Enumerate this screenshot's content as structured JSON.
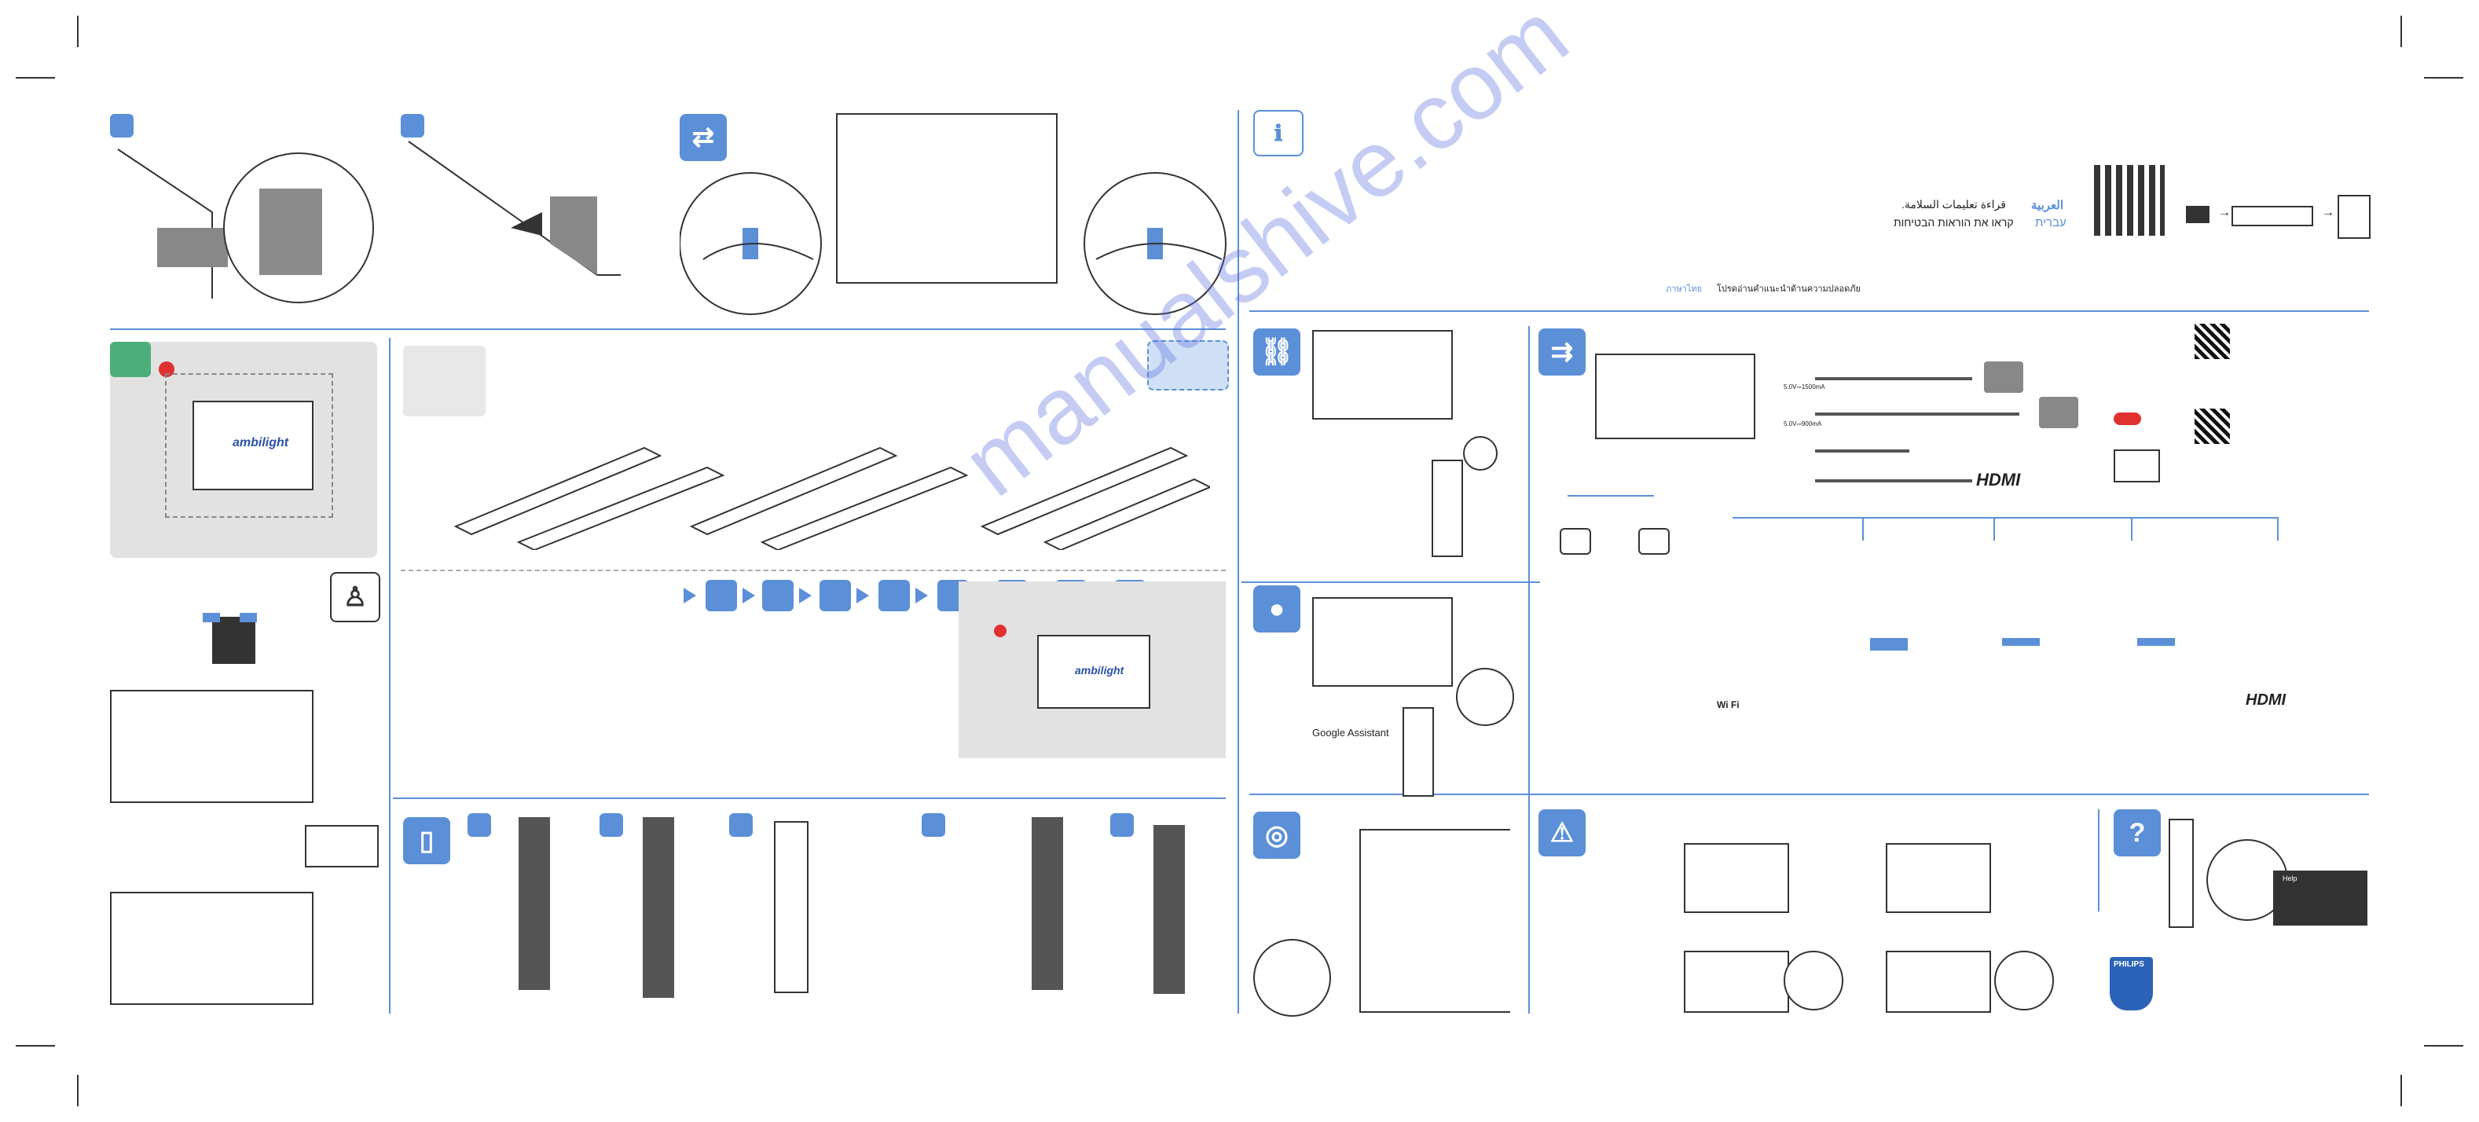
{
  "safety_lang": {
    "arabic_title": "العربية",
    "hebrew_title": "עברית",
    "arabic_text": "قراءة تعليمات السلامة.",
    "hebrew_text": "קראו את הוראות הבטיחות",
    "thai_title": "ภาษาไทย",
    "thai_text": "โปรดอ่านคำแนะนำด้านความปลอดภัย"
  },
  "labels": {
    "ambilight": "ambilight",
    "google_assistant": "Google Assistant",
    "hdmi": "HDMI",
    "wifi": "Wi Fi",
    "philips": "PHILIPS",
    "usb1": "5.0V⎓1500mA",
    "usb2": "5.0V⎓900mA",
    "help": "Help"
  },
  "watermark": "manualshive.com",
  "colors": {
    "accent": "#5b8fd8",
    "green": "#4caf7a",
    "warning": "#e03030",
    "panel": "#e2e2e2"
  },
  "icons": {
    "info": "book-info-icon",
    "link": "link-icon",
    "assistant": "google-assistant-icon",
    "target": "target-icon",
    "connect": "cables-icon",
    "warning": "warning-icon",
    "help": "help-icon"
  }
}
